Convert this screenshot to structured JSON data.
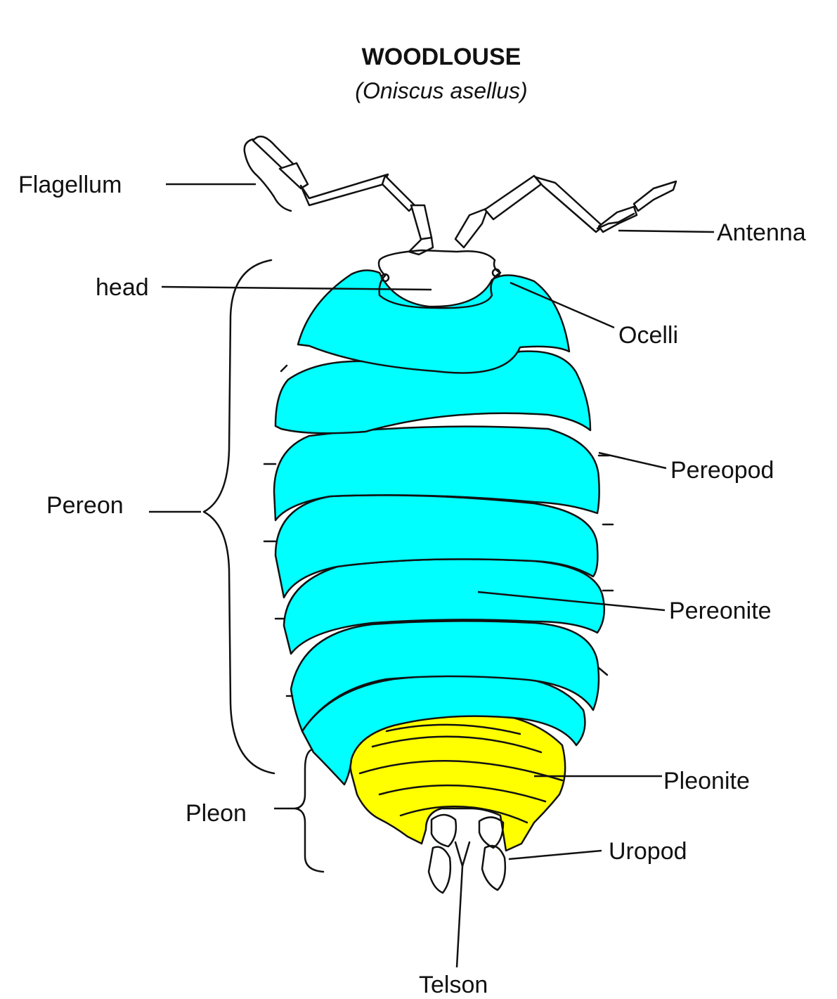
{
  "title": "WOODLOUSE",
  "subtitle": "(Oniscus asellus)",
  "labels": {
    "flagellum": "Flagellum",
    "antenna": "Antenna",
    "head": "head",
    "ocelli": "Ocelli",
    "pereon": "Pereon",
    "pereopod": "Pereopod",
    "pereonite": "Pereonite",
    "pleonite": "Pleonite",
    "pleon": "Pleon",
    "uropod": "Uropod",
    "telson": "Telson"
  },
  "colors": {
    "head": "#8b0000",
    "pereon": "#00ffff",
    "pleon": "#ffff00",
    "outline": "#111111",
    "background": "#ffffff"
  }
}
